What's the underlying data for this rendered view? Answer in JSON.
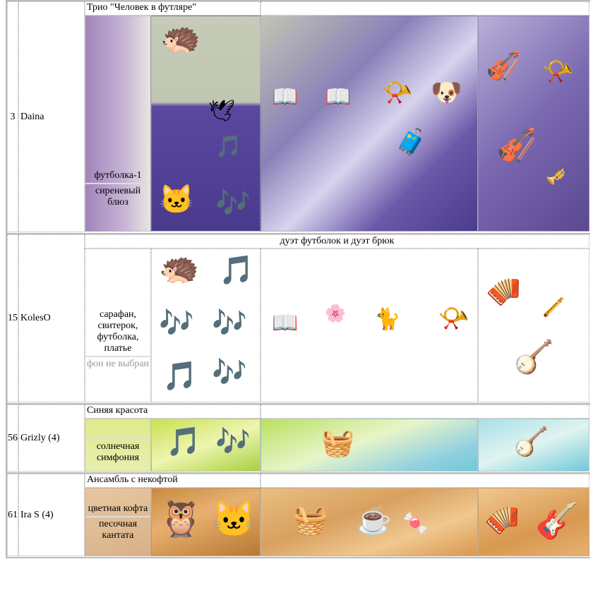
{
  "rows": [
    {
      "num": "3",
      "name": "Daina",
      "title": "Трио \"Человек в футляре\"",
      "top": "футболка-1",
      "bottom": "сиреневый блюз"
    },
    {
      "num": "15",
      "name": "KolesO",
      "title": "дуэт футболок и дуэт брюк",
      "top": "сарафан, свитерок, футболка, платье",
      "bottom": "фон не выбран"
    },
    {
      "num": "56",
      "name": "Grizly (4)",
      "title": "Синяя красота",
      "top": "",
      "bottom": "солнечная симфония"
    },
    {
      "num": "61",
      "name": "Ira S (4)",
      "title": "Ансамбль с некофтой",
      "top": "цветная кофта",
      "bottom": "песочная кантата"
    }
  ]
}
